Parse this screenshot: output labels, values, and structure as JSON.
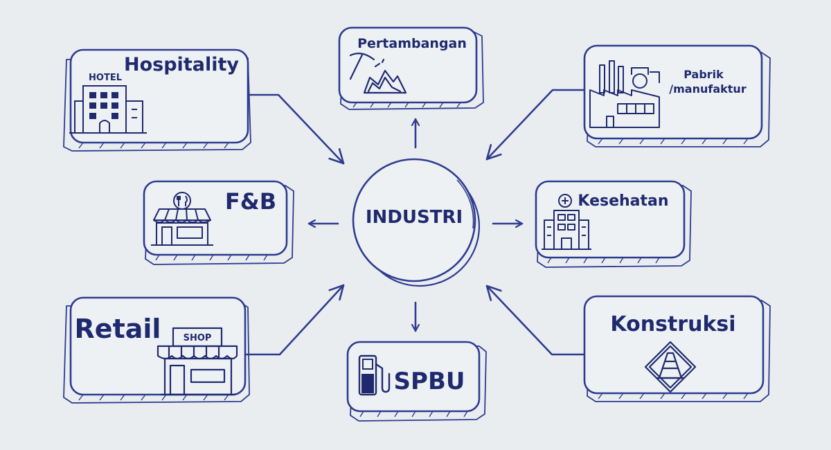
{
  "center": {
    "label": "INDUSTRI"
  },
  "nodes": {
    "hospitality": {
      "label": "Hospitality",
      "icon": "hotel-building-icon",
      "icon_text": "HOTEL"
    },
    "pertambangan": {
      "label": "Pertambangan",
      "icon": "pickaxe-mining-icon"
    },
    "pabrik": {
      "label_line1": "Pabrik",
      "label_line2": "/manufaktur",
      "icon": "factory-icon"
    },
    "fnb": {
      "label": "F&B",
      "icon": "restaurant-storefront-icon"
    },
    "kesehatan": {
      "label": "Kesehatan",
      "icon": "hospital-icon"
    },
    "retail": {
      "label": "Retail",
      "icon": "shop-storefront-icon",
      "icon_text": "SHOP"
    },
    "spbu": {
      "label": "SPBU",
      "icon": "fuel-pump-icon"
    },
    "konstruksi": {
      "label": "Konstruksi",
      "icon": "traffic-cone-sign-icon"
    }
  },
  "colors": {
    "ink": "#2e3b8f",
    "text": "#1f2a6e",
    "background": "#e9edf0",
    "card": "#edf1f4"
  }
}
